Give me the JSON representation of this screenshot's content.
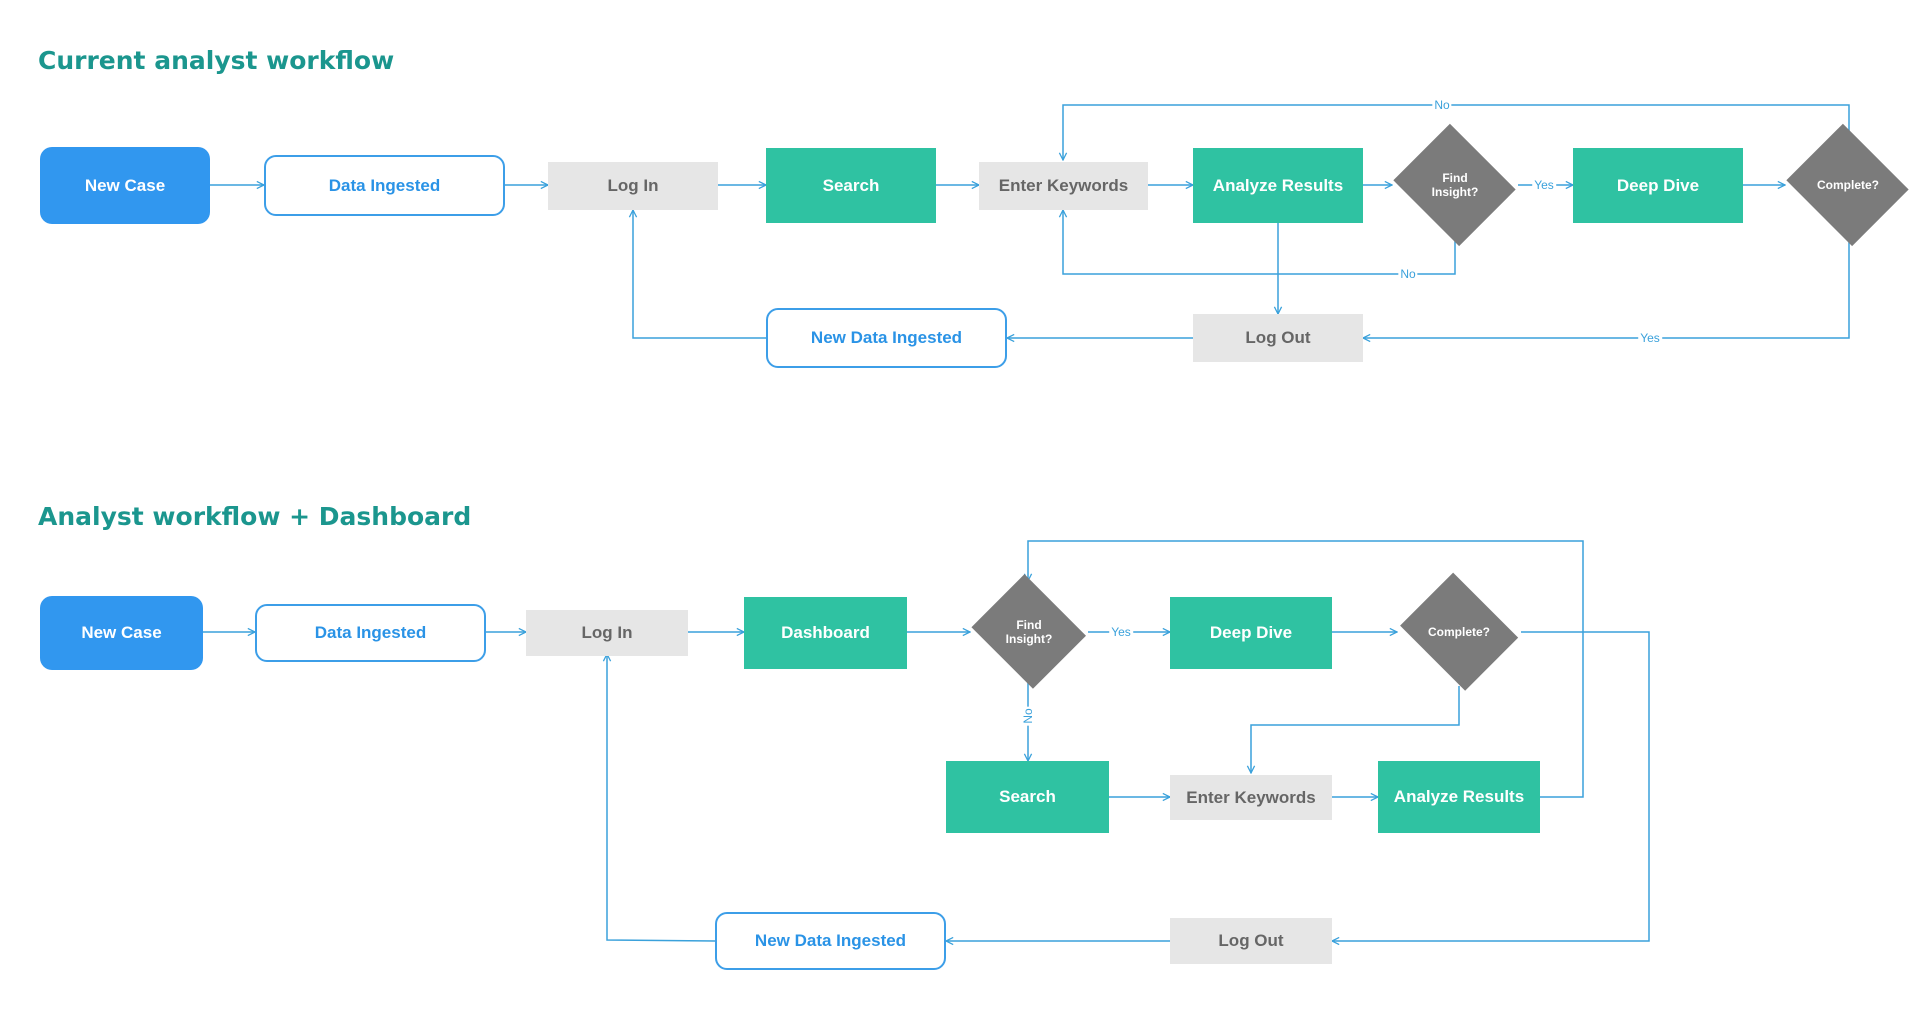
{
  "section1": {
    "title": "Current analyst workflow",
    "nodes": {
      "new_case": "New Case",
      "data_ingested": "Data Ingested",
      "log_in": "Log In",
      "search": "Search",
      "enter_keywords": "Enter Keywords",
      "analyze_results": "Analyze Results",
      "find_insight": "Find\nInsight?",
      "deep_dive": "Deep Dive",
      "complete": "Complete?",
      "new_data_ingested": "New Data Ingested",
      "log_out": "Log Out"
    },
    "edge_labels": {
      "no_top": "No",
      "yes_insight": "Yes",
      "no_insight": "No",
      "yes_complete": "Yes"
    }
  },
  "section2": {
    "title": "Analyst workflow + Dashboard",
    "nodes": {
      "new_case": "New Case",
      "data_ingested": "Data Ingested",
      "log_in": "Log In",
      "dashboard": "Dashboard",
      "find_insight": "Find\nInsight?",
      "deep_dive": "Deep Dive",
      "complete": "Complete?",
      "search": "Search",
      "enter_keywords": "Enter Keywords",
      "analyze_results": "Analyze Results",
      "new_data_ingested": "New Data Ingested",
      "log_out": "Log Out"
    },
    "edge_labels": {
      "yes_insight": "Yes",
      "no_insight": "No"
    }
  },
  "colors": {
    "title": "#1b968e",
    "connector": "#3aa1db",
    "start_node": "#3197ef",
    "data_node_border": "#3c9ee8",
    "action_node": "#2fc2a2",
    "system_node": "#e6e6e6",
    "decision_node": "#7b7b7b"
  }
}
